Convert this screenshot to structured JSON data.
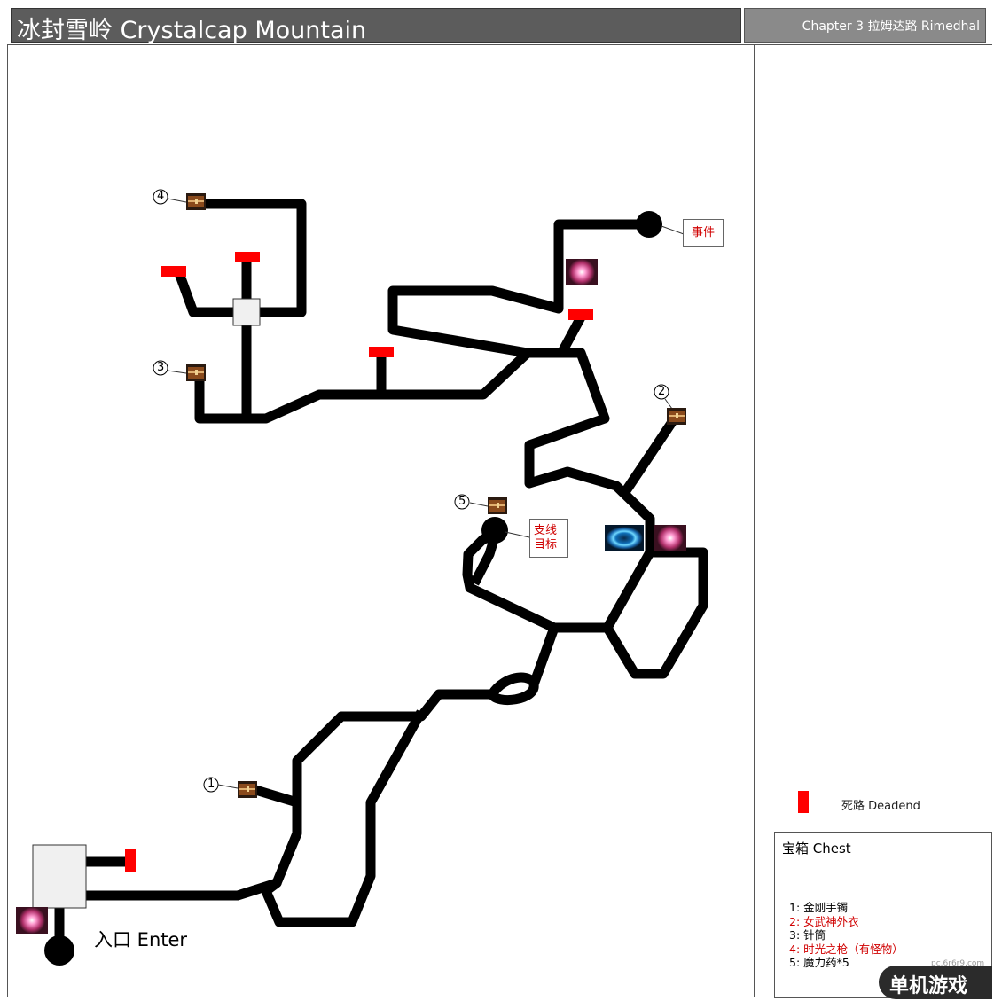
{
  "header": {
    "title": "冰封雪岭 Crystalcap Mountain",
    "chapter": "Chapter 3 拉姆达路 Rimedhal"
  },
  "map": {
    "enter_label": "入口 Enter",
    "event_label": "事件",
    "side_quest_label_line1": "支线",
    "side_quest_label_line2": "目标",
    "chest_markers": [
      "①",
      "②",
      "③",
      "④",
      "⑤"
    ]
  },
  "legend": {
    "deadend_label": "死路 Deadend",
    "deadend_color": "#ff0000",
    "chest_title": "宝箱 Chest",
    "chests": [
      {
        "text": "1: 金刚手镯",
        "color": "#000000"
      },
      {
        "text": "2: 女武神外衣",
        "color": "#d00000"
      },
      {
        "text": "3: 针筒",
        "color": "#000000"
      },
      {
        "text": "4: 时光之枪（有怪物）",
        "color": "#d00000"
      },
      {
        "text": "5: 魔力药*5",
        "color": "#000000"
      }
    ]
  },
  "watermark": {
    "logo": "单机游戏",
    "site": "pc.6r6r9.com"
  }
}
